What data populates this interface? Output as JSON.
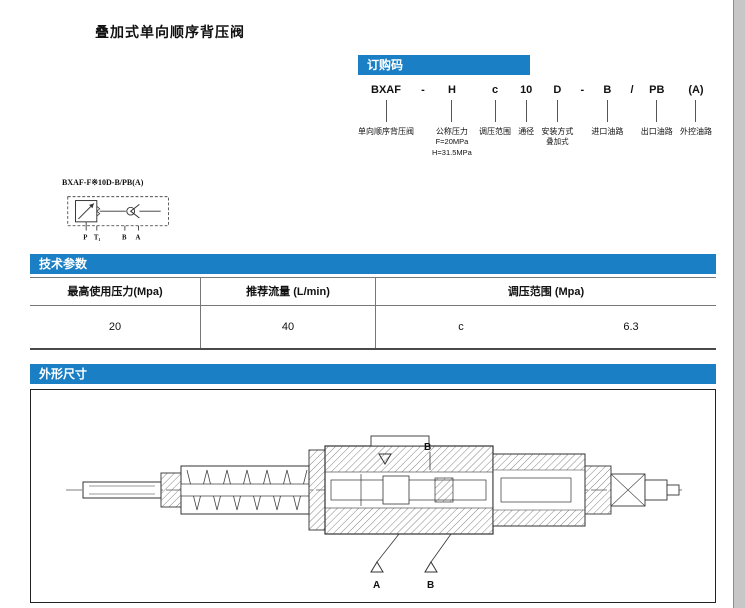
{
  "colors": {
    "banner_blue": "#1a7fc4",
    "line_dark": "#555555"
  },
  "page": {
    "title": "叠加式单向顺序背压阀"
  },
  "order": {
    "header": "订购码",
    "items": [
      {
        "code": "BXAF",
        "label1": "单向顺序背压阀"
      },
      {
        "code": "-"
      },
      {
        "code": "H",
        "label1": "公称压力",
        "label2": "F=20MPa",
        "label3": "H=31.5MPa"
      },
      {
        "code": "c",
        "label1": "调压范围"
      },
      {
        "code": "10",
        "label1": "通径"
      },
      {
        "code": "D",
        "label1": "安装方式",
        "label2": "叠加式"
      },
      {
        "code": "-"
      },
      {
        "code": "B",
        "label1": "进口油路"
      },
      {
        "code": "/"
      },
      {
        "code": "PB",
        "label1": "出口油路"
      },
      {
        "code": "(A)",
        "label1": "外控油路"
      }
    ]
  },
  "symbol": {
    "caption": "BXAF-F※10D-B/PB(A)",
    "ports": {
      "p": "P",
      "t1": "T₁",
      "b": "B",
      "a": "A"
    }
  },
  "tech": {
    "header": "技术参数",
    "columns": [
      "最高使用压力(Mpa)",
      "推荐流量 (L/min)",
      "调压范围 (Mpa)"
    ],
    "values": {
      "max_pressure": "20",
      "flow": "40",
      "range_code": "c",
      "range_value": "6.3"
    }
  },
  "outline": {
    "header": "外形尺寸",
    "labels": {
      "top_b": "B",
      "bottom_a": "A",
      "bottom_b": "B"
    }
  }
}
